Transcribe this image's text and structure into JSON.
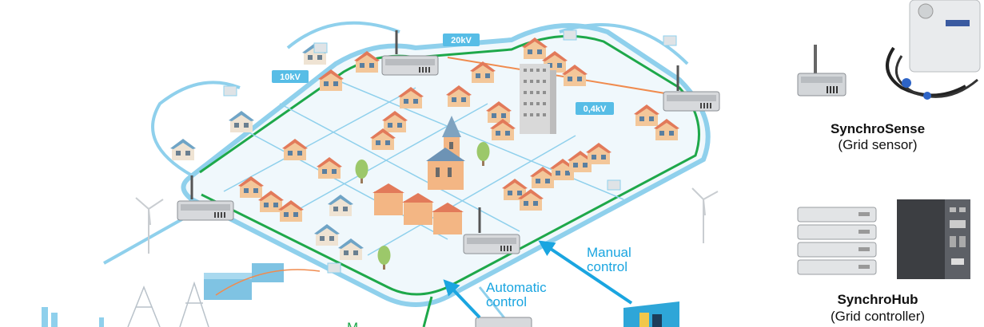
{
  "voltage_labels": {
    "v20": "20kV",
    "v10": "10kV",
    "v04": "0,4kV"
  },
  "controls": {
    "manual": [
      "Manual",
      "control"
    ],
    "automatic": [
      "Automatic",
      "control"
    ],
    "cutoff": "M"
  },
  "products": {
    "sense": {
      "name": "SynchroSense",
      "role": "(Grid sensor)"
    },
    "hub": {
      "name": "SynchroHub",
      "role": "(Grid controller)"
    }
  },
  "colors": {
    "grid_line": "#8fd0ec",
    "cable_green": "#1ea84a",
    "cable_orange": "#f08b4e",
    "label_bg": "#57bde6",
    "control_arrow": "#1aa5e0"
  }
}
